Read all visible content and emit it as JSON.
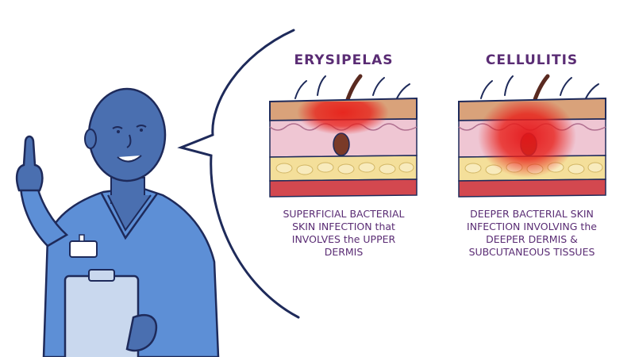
{
  "panels": [
    {
      "title": "ERYSIPELAS",
      "desc_lines": [
        "SUPERFICIAL BACTERIAL",
        "SKIN INFECTION that",
        "INVOLVES the UPPER",
        "DERMIS"
      ]
    },
    {
      "title": "CELLULITIS",
      "desc_lines": [
        "DEEPER BACTERIAL SKIN",
        "INFECTION INVOLVING the",
        "DEEPER DERMIS &",
        "SUBCUTANEOUS TISSUES"
      ]
    }
  ],
  "colors": {
    "outline": "#1e2a5a",
    "skin": "#4a6fb0",
    "scrubs": "#5d8fd6",
    "text": "#5a2c74",
    "inflammation": "#e8201a",
    "epidermis": "#d9a27a",
    "dermis": "#efc6d3",
    "fat": "#f4df9a",
    "muscle": "#d3484f"
  },
  "icons": [
    "nurse-figure",
    "speech-bubble",
    "skin-cross-section",
    "clipboard-icon",
    "name-badge-icon"
  ]
}
